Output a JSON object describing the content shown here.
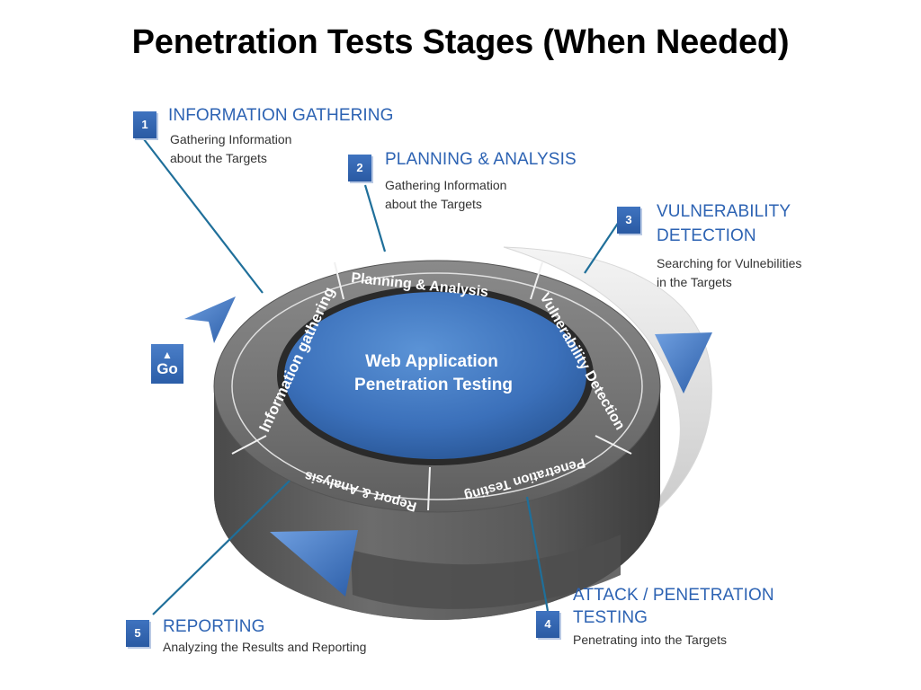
{
  "title": "Penetration Tests Stages (When Needed)",
  "center": {
    "line1": "Web Application",
    "line2": "Penetration Testing"
  },
  "ring_labels": {
    "information_gathering": "Information gathering",
    "planning_analysis": "Planning & Analysis",
    "vulnerability_detection": "Vulnerability Detection",
    "penetration_testing": "Penetration Testing",
    "report_analysis": "Report & Analysis"
  },
  "go_label": "Go",
  "stages": [
    {
      "number": "1",
      "title": "INFORMATION GATHERING",
      "title2": "",
      "desc1": "Gathering Information",
      "desc2": "about the Targets"
    },
    {
      "number": "2",
      "title": "PLANNING & ANALYSIS",
      "title2": "",
      "desc1": "Gathering Information",
      "desc2": "about the Targets"
    },
    {
      "number": "3",
      "title": "VULNERABILITY",
      "title2": "DETECTION",
      "desc1": "Searching for Vulnebilities",
      "desc2": "in the Targets"
    },
    {
      "number": "4",
      "title": "ATTACK / PENETRATION",
      "title2": "TESTING",
      "desc1": "Penetrating into the Targets",
      "desc2": ""
    },
    {
      "number": "5",
      "title": "REPORTING",
      "title2": "",
      "desc1": "Analyzing the Results and Reporting",
      "desc2": ""
    }
  ],
  "colors": {
    "accent_blue": "#2d63b3",
    "disk_gray": "#6e6e6e",
    "center_blue": "#3d73bd"
  }
}
